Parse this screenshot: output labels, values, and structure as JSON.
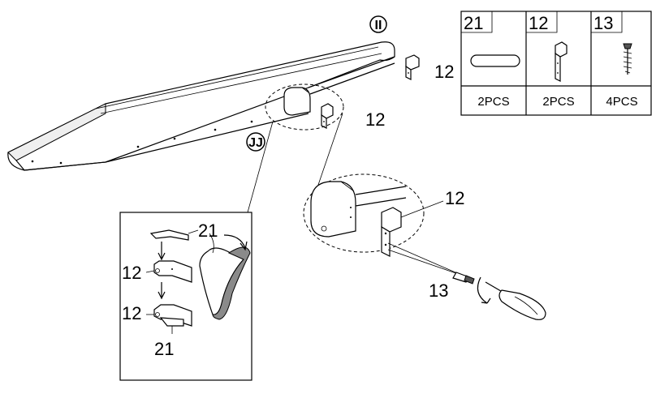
{
  "markers": {
    "part_ii": "II",
    "part_jj": "JJ"
  },
  "callouts": {
    "bracket_top": "12",
    "bracket_mid": "12",
    "bracket_zoom": "12",
    "screw_zoom": "13",
    "inset_cap_top": "21",
    "inset_bracket_top": "12",
    "inset_bracket_bottom": "12",
    "inset_cap_bottom": "21"
  },
  "parts_table": {
    "parts": [
      {
        "id": "21",
        "qty": "2PCS",
        "icon": "end-cap-icon"
      },
      {
        "id": "12",
        "qty": "2PCS",
        "icon": "bracket-icon"
      },
      {
        "id": "13",
        "qty": "4PCS",
        "icon": "screw-icon"
      }
    ]
  }
}
